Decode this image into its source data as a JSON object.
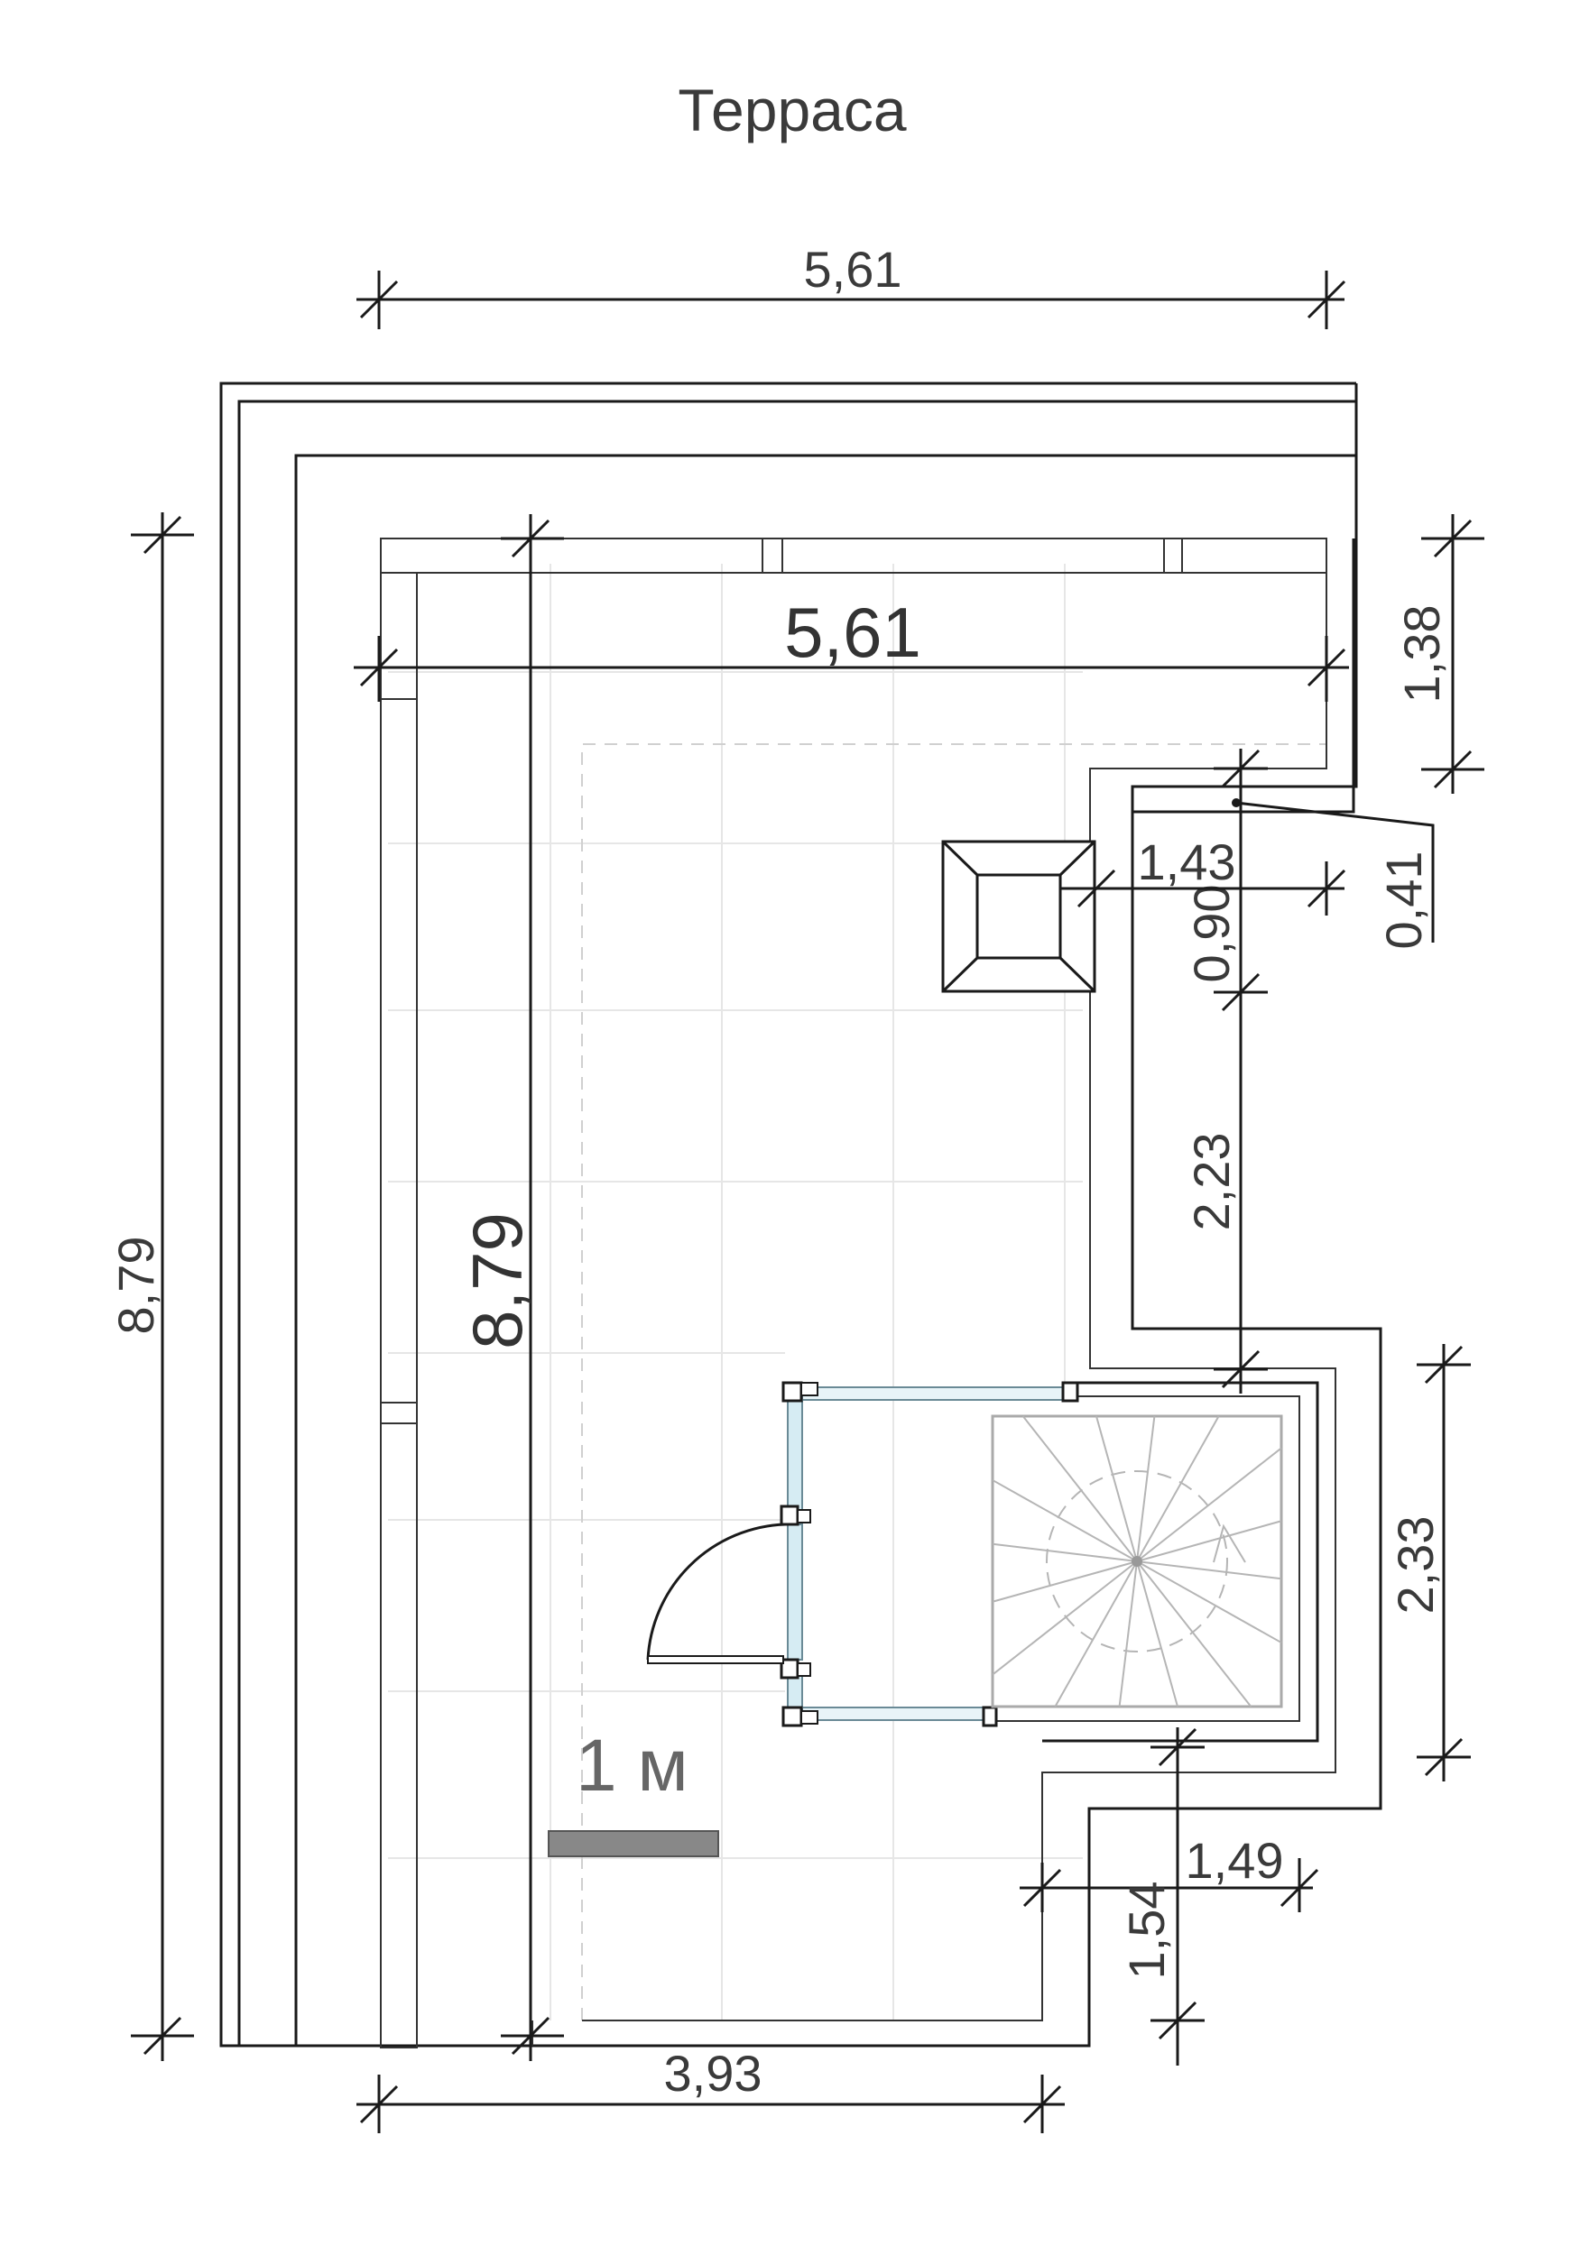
{
  "room_title": "Терраса",
  "scale": {
    "label": "1 м",
    "color": "#888888"
  },
  "dimensions": {
    "top_outer_width": "5,61",
    "inner_width": "5,61",
    "left_outer_height": "8,79",
    "inner_height": "8,79",
    "right_upper": "1,38",
    "chimney_offset_h": "1,43",
    "chimney_offset_v": "0,90",
    "leader_value": "0,41",
    "right_mid": "2,23",
    "stair_block": "2,33",
    "lower_width": "1,49",
    "lower_depth": "1,54",
    "bottom_width": "3,93"
  },
  "colors": {
    "glass": "#d6ecf3",
    "wall": "#1a1a1a",
    "grid": "#e6e6e6"
  }
}
